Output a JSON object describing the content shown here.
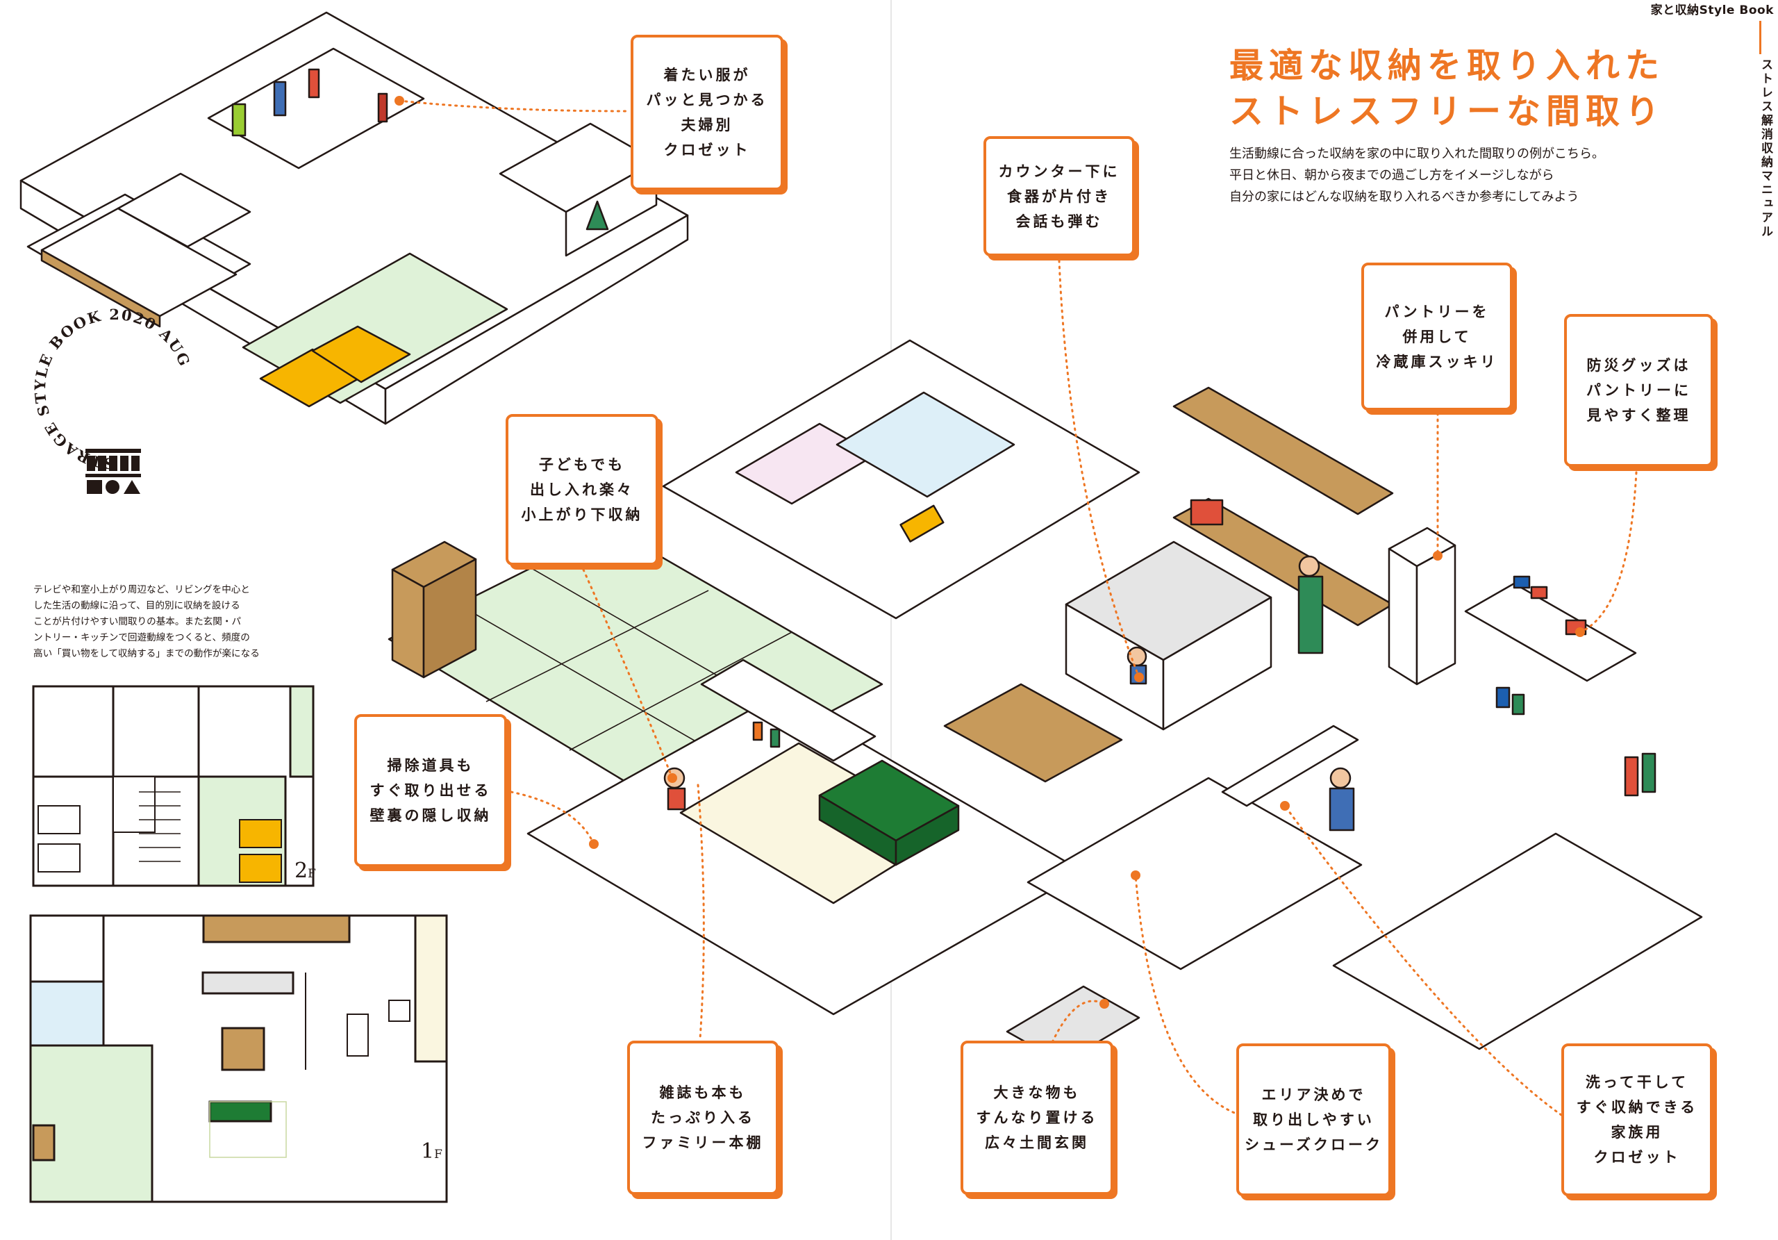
{
  "header": {
    "tag": "家と収納Style Book",
    "vertical_title": "ストレス解消収納マニュアル"
  },
  "headline": {
    "line1": "最適な収納を取り入れた",
    "line2": "ストレスフリーな間取り"
  },
  "lead": {
    "line1": "生活動線に合った収納を家の中に取り入れた間取りの例がこちら。",
    "line2": "平日と休日、朝から夜までの過ごし方をイメージしながら",
    "line3": "自分の家にはどんな収納を取り入れるべきか参考にしてみよう"
  },
  "badge": {
    "text": "STRAGE STYLE BOOK 2020 AUG"
  },
  "body_text": {
    "line1": "テレビや和室小上がり周辺など、リビングを中心と",
    "line2": "した生活の動線に沿って、目的別に収納を設ける",
    "line3": "ことが片付けやすい間取りの基本。また玄関・パ",
    "line4": "ントリー・キッチンで回遊動線をつくると、頻度の",
    "line5": "高い「買い物をして収納する」までの動作が楽になる"
  },
  "floor_labels": {
    "second": {
      "num": "2",
      "suffix": "F"
    },
    "first": {
      "num": "1",
      "suffix": "F"
    }
  },
  "callouts": {
    "closet": [
      "着たい服が",
      "パッと見つかる",
      "夫婦別",
      "クロゼット"
    ],
    "counter": [
      "カウンター下に",
      "食器が片付き",
      "会話も弾む"
    ],
    "pantry": [
      "パントリーを",
      "併用して",
      "冷蔵庫スッキリ"
    ],
    "disaster": [
      "防災グッズは",
      "パントリーに",
      "見やすく整理"
    ],
    "kids": [
      "子どもでも",
      "出し入れ楽々",
      "小上がり下収納"
    ],
    "cleaning": [
      "掃除道具も",
      "すぐ取り出せる",
      "壁裏の隠し収納"
    ],
    "magazine": [
      "雑誌も本も",
      "たっぷり入る",
      "ファミリー本棚"
    ],
    "entrance": [
      "大きな物も",
      "すんなり置ける",
      "広々土間玄関"
    ],
    "shoes": [
      "エリア決めで",
      "取り出しやすい",
      "シューズクローク"
    ],
    "laundry": [
      "洗って干して",
      "すぐ収納できる",
      "家族用",
      "クロゼット"
    ]
  },
  "colors": {
    "accent": "#EE7623",
    "line": "#231815",
    "floor_green": "#DFF2D8",
    "mint": "#E2F3E3",
    "light_blue": "#DDEFF8",
    "wood": "#C79A5B",
    "bed_yellow": "#F7B500",
    "sofa_green": "#1E7C34",
    "kitchen_gray": "#E5E5E5"
  }
}
